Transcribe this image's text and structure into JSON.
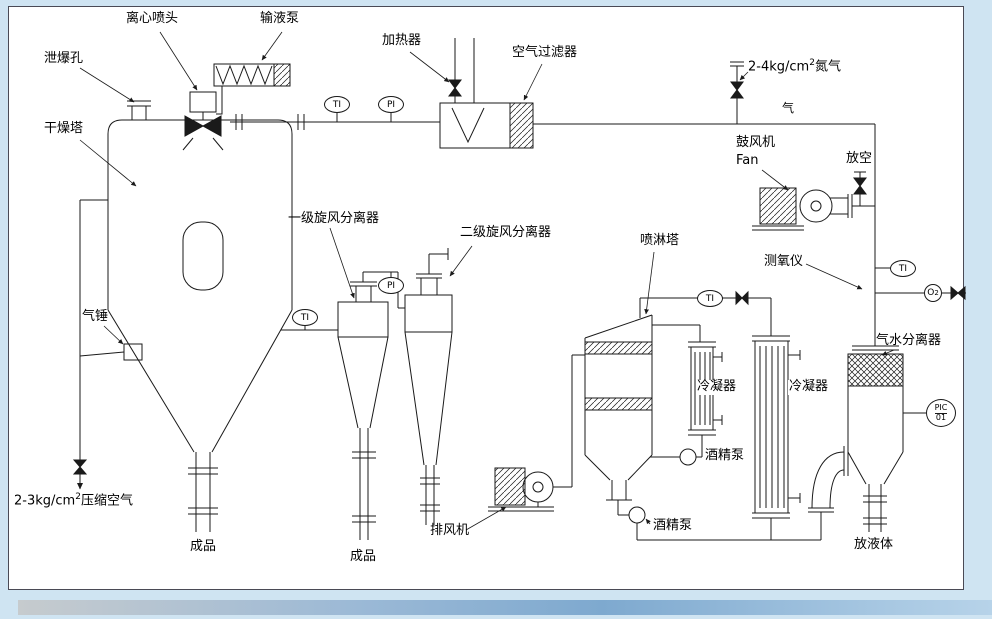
{
  "page": {
    "background": "#cfe4f2",
    "panel_background": "#ffffff",
    "line_color": "#1a1a1a",
    "accent_bar_colors": [
      "#c6cbce",
      "#7ea9cf",
      "#b7d3e9"
    ]
  },
  "labels": {
    "spray_head": "离心喷头",
    "feed_pump": "输液泵",
    "explosion_vent": "泄爆孔",
    "drying_tower": "干燥塔",
    "heater": "加热器",
    "air_filter": "空气过滤器",
    "nitrogen_prefix": "2-4kg/cm",
    "nitrogen_sup": "2",
    "nitrogen_gas": "氮气",
    "blower_cn": "鼓风机",
    "blower_en": "Fan",
    "vent": "放空",
    "gas": "气",
    "cyclone_stage1": "一级旋风分离器",
    "cyclone_stage2": "二级旋风分离器",
    "spray_tower": "喷淋塔",
    "oxygen_analyzer": "测氧仪",
    "gas_water_separator": "气水分离器",
    "air_hammer": "气锤",
    "condenser_1": "冷凝器",
    "condenser_2": "冷凝器",
    "alcohol_pump_1": "酒精泵",
    "alcohol_pump_2": "酒精泵",
    "compressed_air_prefix": "2-3kg/cm",
    "compressed_air_sup": "2",
    "compressed_air_gas": "压缩空气",
    "product_1": "成品",
    "product_2": "成品",
    "exhaust_fan": "排风机",
    "drain_liquid": "放液体"
  },
  "instruments": {
    "ti_air_duct": "TI",
    "pi_air_duct": "PI",
    "ti_tower_outlet": "TI",
    "pi_cyclone": "PI",
    "ti_spray_tower": "TI",
    "ti_recycle": "TI",
    "o2_main": "O",
    "o2_sub": "2",
    "pic_top": "PIC",
    "pic_bottom": "01"
  }
}
